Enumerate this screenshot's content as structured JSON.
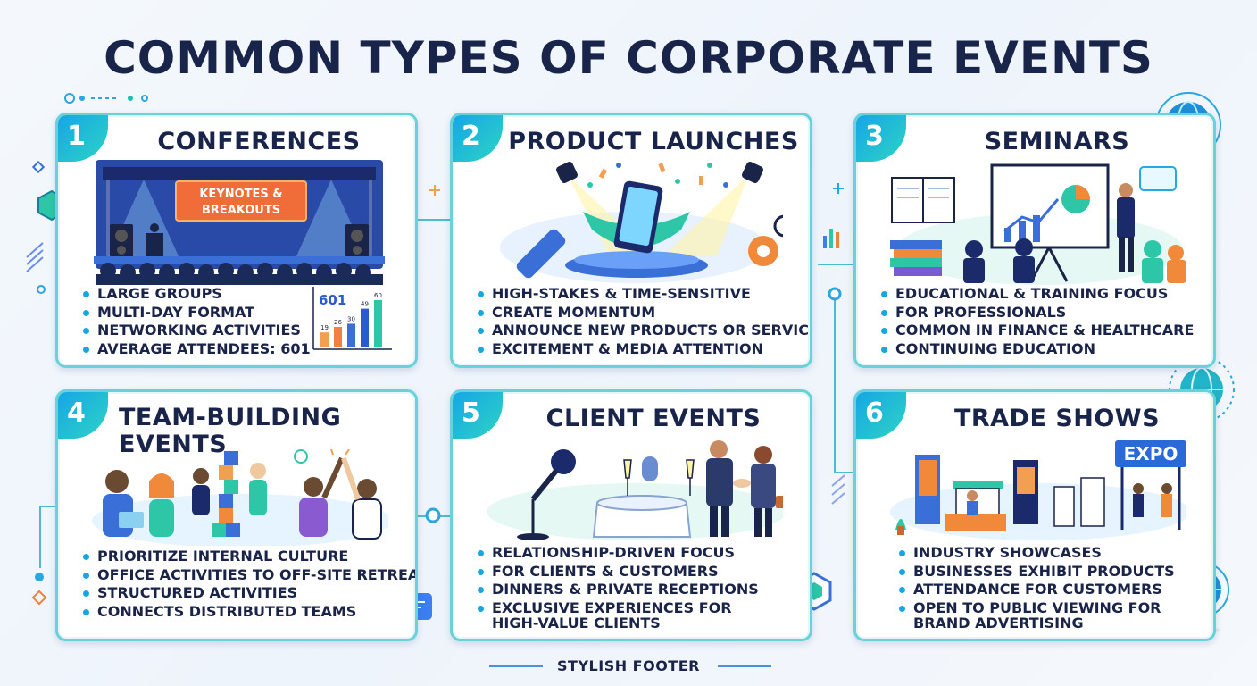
{
  "title": "COMMON TYPES OF CORPORATE EVENTS",
  "footer": "STYLISH FOOTER",
  "colors": {
    "accent": "#18a6e0",
    "teal": "#2dd4c4",
    "navy": "#182449",
    "border": "#66d2d9"
  },
  "cards": [
    {
      "number": "1",
      "title": "CONFERENCES",
      "banner": "KEYNOTES & BREAKOUTS",
      "bullets": [
        "LARGE GROUPS",
        "MULTI-DAY FORMAT",
        "NETWORKING ACTIVITIES",
        "AVERAGE ATTENDEES: 601"
      ],
      "mini_chart": {
        "label": "601",
        "values": [
          19,
          26,
          30,
          49,
          60
        ]
      }
    },
    {
      "number": "2",
      "title": "PRODUCT LAUNCHES",
      "bullets": [
        "HIGH-STAKES & TIME-SENSITIVE",
        "CREATE MOMENTUM",
        "ANNOUNCE NEW PRODUCTS OR SERVICES",
        "EXCITEMENT & MEDIA ATTENTION"
      ]
    },
    {
      "number": "3",
      "title": "SEMINARS",
      "bullets": [
        "EDUCATIONAL & TRAINING FOCUS",
        "FOR PROFESSIONALS",
        "COMMON IN FINANCE & HEALTHCARE",
        "CONTINUING EDUCATION"
      ]
    },
    {
      "number": "4",
      "title_line1": "TEAM-BUILDING",
      "title_line2": "EVENTS",
      "bullets": [
        "PRIORITIZE INTERNAL CULTURE",
        "OFFICE ACTIVITIES TO OFF-SITE RETREATS",
        "STRUCTURED ACTIVITIES",
        "CONNECTS DISTRIBUTED TEAMS"
      ]
    },
    {
      "number": "5",
      "title": "CLIENT EVENTS",
      "bullets": [
        "RELATIONSHIP-DRIVEN FOCUS",
        "FOR CLIENTS & CUSTOMERS",
        "DINNERS & PRIVATE RECEPTIONS",
        "EXCLUSIVE EXPERIENCES FOR",
        "HIGH-VALUE CLIENTS"
      ]
    },
    {
      "number": "6",
      "title": "TRADE SHOWS",
      "sign": "EXPO",
      "bullets": [
        "INDUSTRY SHOWCASES",
        "BUSINESSES EXHIBIT PRODUCTS",
        "ATTENDANCE FOR CUSTOMERS",
        "OPEN TO PUBLIC VIEWING FOR",
        "BRAND ADVERTISING"
      ]
    }
  ]
}
